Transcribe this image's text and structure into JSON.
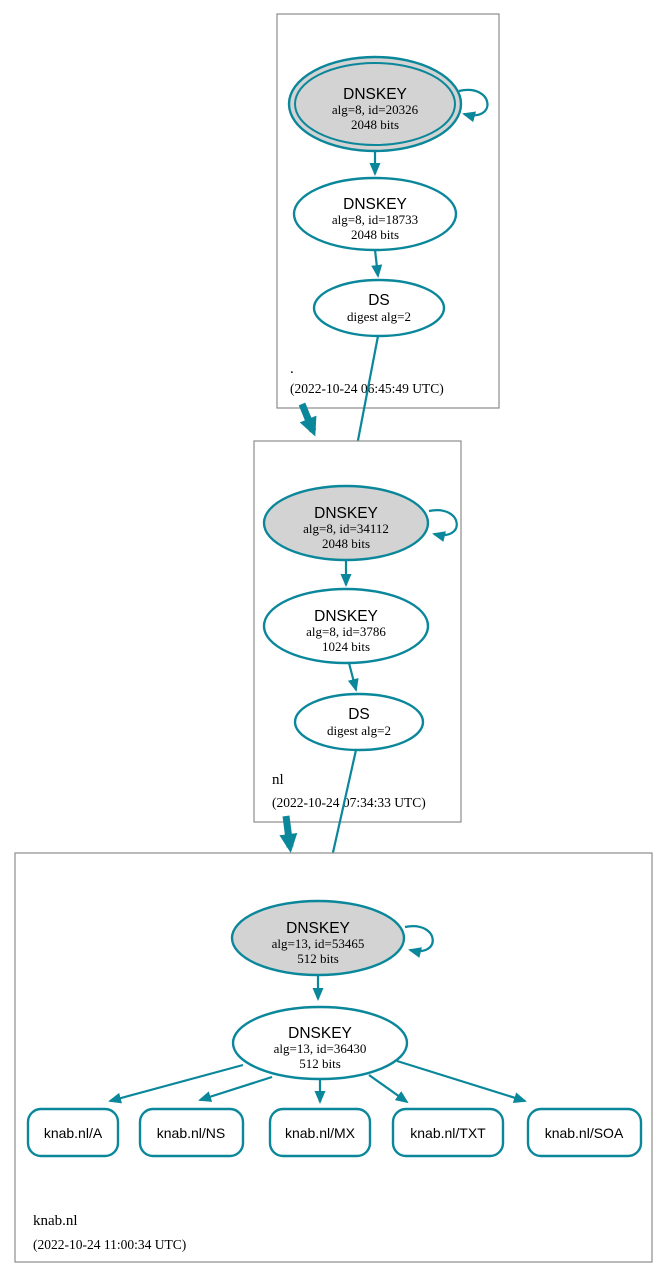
{
  "colors": {
    "edge": "#0a879a",
    "ksk_fill": "#d3d3d3",
    "node_fill": "#ffffff",
    "zone_border": "#8c8c8c"
  },
  "zones": [
    {
      "name": ".",
      "timestamp": "(2022-10-24 06:45:49 UTC)",
      "ksk": {
        "title": "DNSKEY",
        "detail": "alg=8, id=20326",
        "bits": "2048 bits"
      },
      "zsk": {
        "title": "DNSKEY",
        "detail": "alg=8, id=18733",
        "bits": "2048 bits"
      },
      "ds": {
        "title": "DS",
        "detail": "digest alg=2"
      }
    },
    {
      "name": "nl",
      "timestamp": "(2022-10-24 07:34:33 UTC)",
      "ksk": {
        "title": "DNSKEY",
        "detail": "alg=8, id=34112",
        "bits": "2048 bits"
      },
      "zsk": {
        "title": "DNSKEY",
        "detail": "alg=8, id=3786",
        "bits": "1024 bits"
      },
      "ds": {
        "title": "DS",
        "detail": "digest alg=2"
      }
    },
    {
      "name": "knab.nl",
      "timestamp": "(2022-10-24 11:00:34 UTC)",
      "ksk": {
        "title": "DNSKEY",
        "detail": "alg=13, id=53465",
        "bits": "512 bits"
      },
      "zsk": {
        "title": "DNSKEY",
        "detail": "alg=13, id=36430",
        "bits": "512 bits"
      },
      "records": [
        "knab.nl/A",
        "knab.nl/NS",
        "knab.nl/MX",
        "knab.nl/TXT",
        "knab.nl/SOA"
      ]
    }
  ]
}
